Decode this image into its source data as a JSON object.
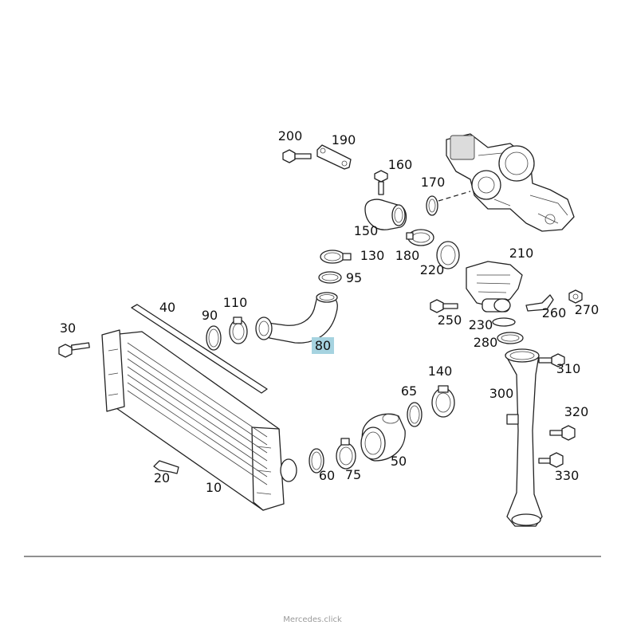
{
  "diagram": {
    "parts": [
      {
        "id": "10",
        "label": "10"
      },
      {
        "id": "20",
        "label": "20"
      },
      {
        "id": "30",
        "label": "30"
      },
      {
        "id": "40",
        "label": "40"
      },
      {
        "id": "50",
        "label": "50"
      },
      {
        "id": "60",
        "label": "60"
      },
      {
        "id": "65",
        "label": "65"
      },
      {
        "id": "75",
        "label": "75"
      },
      {
        "id": "80",
        "label": "80",
        "highlighted": true
      },
      {
        "id": "90",
        "label": "90"
      },
      {
        "id": "95",
        "label": "95"
      },
      {
        "id": "110",
        "label": "110"
      },
      {
        "id": "130",
        "label": "130"
      },
      {
        "id": "140",
        "label": "140"
      },
      {
        "id": "150",
        "label": "150"
      },
      {
        "id": "160",
        "label": "160"
      },
      {
        "id": "170",
        "label": "170"
      },
      {
        "id": "180",
        "label": "180"
      },
      {
        "id": "190",
        "label": "190"
      },
      {
        "id": "200",
        "label": "200"
      },
      {
        "id": "210",
        "label": "210"
      },
      {
        "id": "220",
        "label": "220"
      },
      {
        "id": "230",
        "label": "230"
      },
      {
        "id": "250",
        "label": "250"
      },
      {
        "id": "260",
        "label": "260"
      },
      {
        "id": "270",
        "label": "270"
      },
      {
        "id": "280",
        "label": "280"
      },
      {
        "id": "300",
        "label": "300"
      },
      {
        "id": "310",
        "label": "310"
      },
      {
        "id": "320",
        "label": "320"
      },
      {
        "id": "330",
        "label": "330"
      }
    ]
  },
  "colors": {
    "highlight": "#a6d3e0",
    "ink": "#111111",
    "footer_text": "#9a9a9a"
  },
  "footer": {
    "text": "Mercedes.click"
  }
}
